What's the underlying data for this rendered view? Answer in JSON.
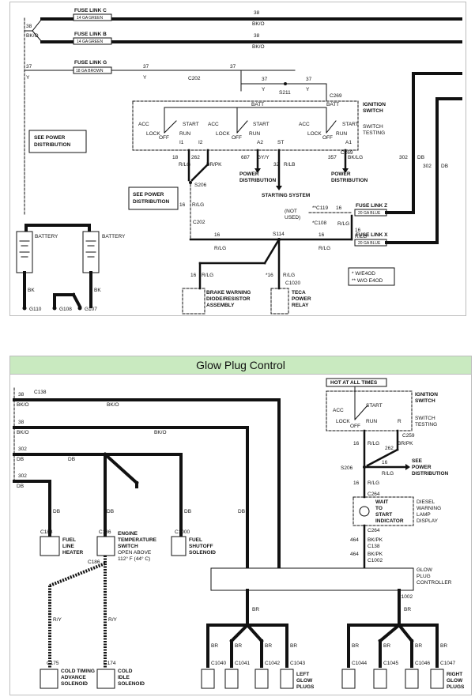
{
  "top": {
    "fuse_link_c": "FUSE LINK C",
    "fuse_link_c_size": "14 GA GREEN",
    "fuse_link_b": "FUSE LINK B",
    "fuse_link_b_size": "14 GA GREEN",
    "fuse_link_g": "FUSE LINK G",
    "fuse_link_g_size": "18 GA BROWN",
    "w38": "38",
    "bko": "BK/O",
    "w37": "37",
    "y": "Y",
    "c202": "C202",
    "s211": "S211",
    "c269": "C269",
    "ignition": "IGNITION",
    "switch": "SWITCH",
    "switch_testing": "SWITCH",
    "testing": "TESTING",
    "batt": "BATT",
    "acc": "ACC",
    "start": "START",
    "lock": "LOCK",
    "off": "OFF",
    "run": "RUN",
    "i1": "I1",
    "i2": "I2",
    "a2": "A2",
    "st": "ST",
    "a1": "A1",
    "see_power_dist": "SEE POWER",
    "distribution": "DISTRIBUTION",
    "w18": "18",
    "rlg": "R/LG",
    "w262": "262",
    "brpk": "BR/PK",
    "w687": "687",
    "gyy": "GY/Y",
    "w32": "32",
    "rlb": "R/LB",
    "w357": "357",
    "bklg": "BK/LG",
    "power": "POWER",
    "starting_system": "STARTING SYSTEM",
    "s206": "S206",
    "w16": "16",
    "fuse_link_z": "FUSE LINK Z",
    "fuse_link_z_size": "20 GA BLUE",
    "fuse_link_x": "FUSE LINK X",
    "fuse_link_x_size": "20 GA BLUE",
    "not_used": "(NOT",
    "used": "USED)",
    "c119": "**C119",
    "c108": "*C108",
    "w302": "302",
    "db": "DB",
    "s114": "S114",
    "battery": "BATTERY",
    "bk": "BK",
    "g110": "G110",
    "g108": "G108",
    "g107": "G107",
    "star16": "*16",
    "c1020": "C1020",
    "brake1": "BRAKE WARNING",
    "brake2": "DIODE/RESISTOR",
    "brake3": "ASSEMBLY",
    "teca1": "TECA",
    "teca2": "POWER",
    "teca3": "RELAY",
    "legend1": "*  W/E4OD",
    "legend2": "** W/O E4OD"
  },
  "bottom": {
    "title": "Glow Plug Control",
    "c138": "C138",
    "w38": "38",
    "bko": "BK/O",
    "w302": "302",
    "db": "DB",
    "hot": "HOT AT ALL TIMES",
    "ignition": "IGNITION",
    "switch": "SWITCH",
    "switch2": "SWITCH",
    "testing": "TESTING",
    "acc": "ACC",
    "lock": "LOCK",
    "off": "OFF",
    "start": "START",
    "run": "RUN",
    "r": "R",
    "c259": "C259",
    "w16": "16",
    "rlg": "R/LG",
    "w262": "262",
    "brpk": "BR/PK",
    "s206": "S206",
    "see_power": "SEE",
    "power": "POWER",
    "distribution": "DISTRIBUTION",
    "c264": "C264",
    "c264b": "C264",
    "wait1": "WAIT",
    "wait2": "TO",
    "wait3": "START",
    "wait4": "INDICATOR",
    "diesel1": "DIESEL",
    "diesel2": "WARNING",
    "diesel3": "LAMP",
    "diesel4": "DISPLAY",
    "w464": "464",
    "bkpk": "BK/PK",
    "c1002": "C1002",
    "c1002b": "C1002",
    "glow1": "GLOW",
    "glow2": "PLUG",
    "glow3": "CONTROLLER",
    "c188": "C188",
    "fuel1": "FUEL",
    "fuel2": "LINE",
    "fuel3": "HEATER",
    "c186": "C186",
    "c186b": "C186",
    "eng1": "ENGINE",
    "eng2": "TEMPERATURE",
    "eng3": "SWITCH",
    "eng4": "OPEN ABOVE",
    "eng5": "112° F (44° C)",
    "c1000": "C1000",
    "fs1": "FUEL",
    "fs2": "SHUTOFF",
    "fs3": "SOLENOID",
    "ry": "R/Y",
    "c175": "C175",
    "cta1": "COLD TIMING",
    "cta2": "ADVANCE",
    "cta3": "SOLENOID",
    "c174": "C174",
    "cis1": "COLD",
    "cis2": "IDLE",
    "cis3": "SOLENOID",
    "br": "BR",
    "c1040": "C1040",
    "c1041": "C1041",
    "c1042": "C1042",
    "c1043": "C1043",
    "c1044": "C1044",
    "c1045": "C1045",
    "c1046": "C1046",
    "c1047": "C1047",
    "left1": "LEFT",
    "left2": "GLOW",
    "left3": "PLUGS",
    "right1": "RIGHT",
    "right2": "GLOW",
    "right3": "PLUGS"
  }
}
